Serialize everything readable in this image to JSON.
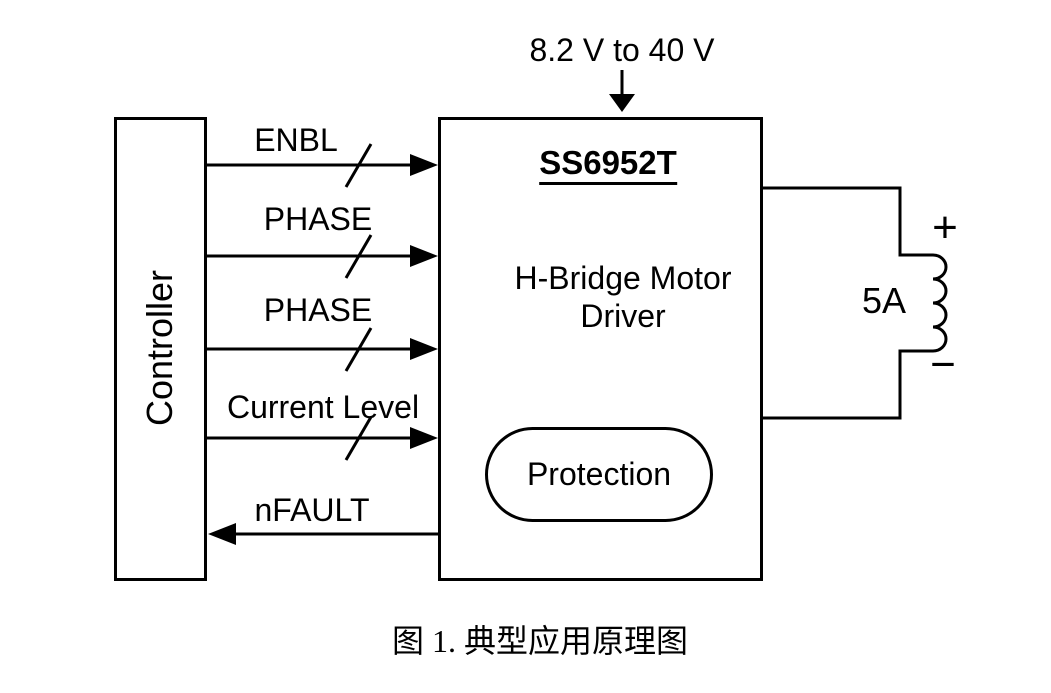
{
  "diagram": {
    "supply": {
      "label": "8.2 V to 40 V"
    },
    "controller": {
      "label": "Controller"
    },
    "driver": {
      "part_number": "SS6952T",
      "description_line1": "H-Bridge Motor",
      "description_line2": "Driver",
      "protection_label": "Protection"
    },
    "signals": [
      {
        "label": "ENBL",
        "direction": "controller-to-driver",
        "bus_slash": true
      },
      {
        "label": "PHASE",
        "direction": "controller-to-driver",
        "bus_slash": true
      },
      {
        "label": "PHASE",
        "direction": "controller-to-driver",
        "bus_slash": true
      },
      {
        "label": "Current Level",
        "direction": "controller-to-driver",
        "bus_slash": true
      },
      {
        "label": "nFAULT",
        "direction": "driver-to-controller",
        "bus_slash": false
      }
    ],
    "load": {
      "current_label": "5A",
      "plus_label": "+",
      "minus_label": "−"
    },
    "caption": "图 1. 典型应用原理图",
    "colors": {
      "line": "#000000",
      "text": "#000000",
      "background": "#ffffff"
    }
  }
}
